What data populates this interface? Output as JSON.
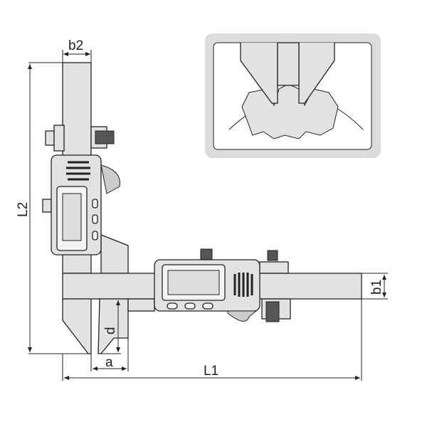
{
  "labels": {
    "b2": "b2",
    "L2": "L2",
    "L1": "L1",
    "b1": "b1",
    "a": "a",
    "d": "d"
  },
  "colors": {
    "body": "#e2e2e2",
    "outline": "#222222",
    "inset_frame": "#dcdcdc"
  }
}
